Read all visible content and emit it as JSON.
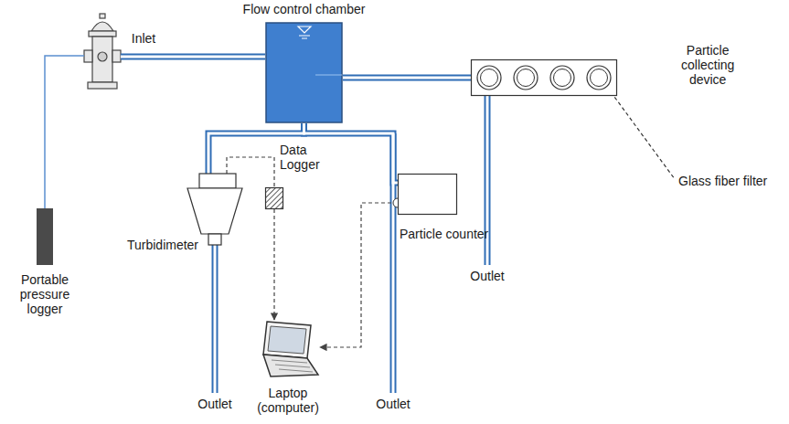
{
  "diagram": {
    "nodes": [
      {
        "text": [
          "Flow control chamber"
        ]
      },
      {
        "text": [
          "Particle collecting device"
        ]
      },
      {
        "text": [
          "Portable pressure logger"
        ]
      },
      {
        "text": [
          "Turbidimeter"
        ]
      },
      {
        "text": [
          "Data Logger"
        ]
      },
      {
        "text": [
          "Particle counter"
        ]
      },
      {
        "text": [
          "Laptop (computer)"
        ]
      }
    ],
    "edges": [
      {
        "from": 0,
        "to": 1,
        "arrow": "none"
      },
      {
        "from": 0,
        "to": 3,
        "arrow": "none"
      },
      {
        "from": 0,
        "to": 5,
        "arrow": "none"
      },
      {
        "from": 3,
        "to": 4,
        "arrow": "none"
      },
      {
        "from": 4,
        "to": 6,
        "arrow": "to"
      },
      {
        "from": 5,
        "to": 6,
        "arrow": "to"
      }
    ],
    "labels": [
      "Inlet",
      "Glass fiber filter",
      "Outlet",
      "Outlet",
      "Outlet"
    ]
  }
}
